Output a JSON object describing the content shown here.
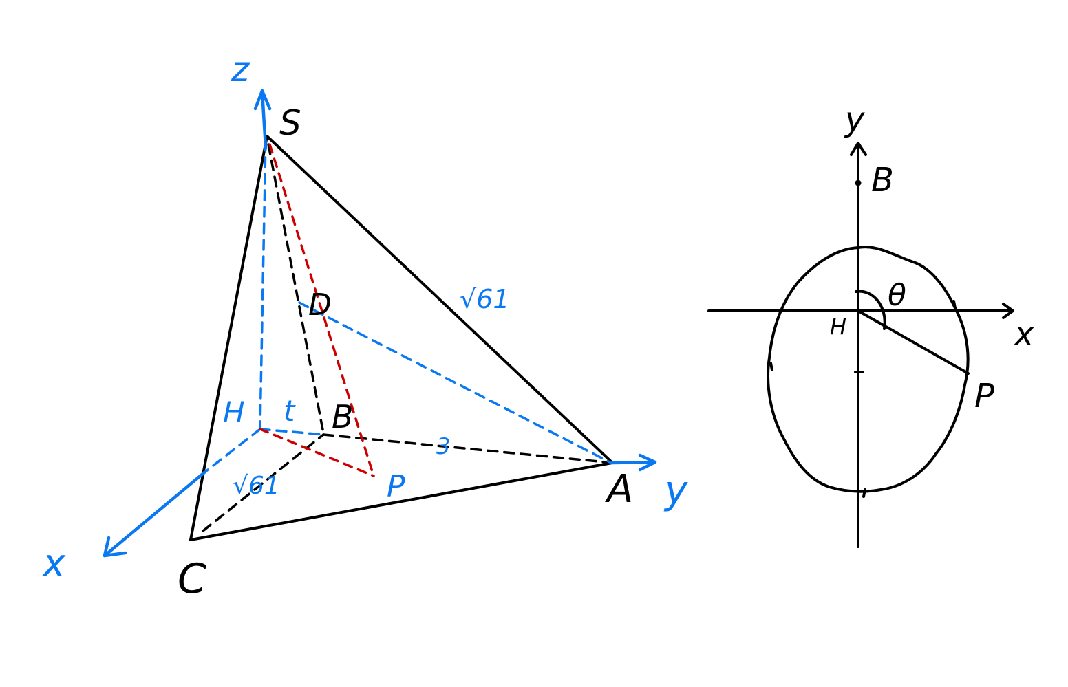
{
  "colors": {
    "ink": "#000000",
    "axis_blue": "#0a78f0",
    "highlight_red": "#cc0000"
  },
  "left_figure": {
    "axis_labels": {
      "z": "z",
      "y": "y",
      "x": "x"
    },
    "points": {
      "S": "S",
      "A": "A",
      "B": "B",
      "C": "C",
      "D": "D",
      "H": "H",
      "P": "P"
    },
    "measures": {
      "SA": "√61",
      "HC": "√61",
      "HB": "t",
      "BA": "3"
    }
  },
  "right_figure": {
    "axis_labels": {
      "y": "y",
      "x": "x"
    },
    "points": {
      "B": "B",
      "H": "H",
      "P": "P"
    },
    "angle": "θ"
  }
}
